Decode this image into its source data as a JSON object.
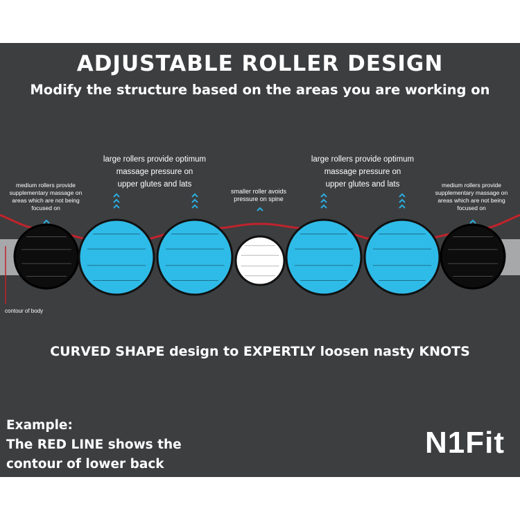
{
  "title": "ADJUSTABLE ROLLER DESIGN",
  "subtitle": "Modify the structure based on the areas you are working on",
  "labels": {
    "large_left": [
      "large rollers provide optimum",
      "massage pressure on",
      "upper glutes and lats"
    ],
    "large_right": [
      "large rollers provide optimum",
      "massage pressure on",
      "upper glutes and lats"
    ],
    "medium_left": [
      "medium rollers provide",
      "supplementary massage on",
      "areas which are not being",
      "focused on"
    ],
    "medium_right": [
      "medium rollers provide",
      "supplementary massage on",
      "areas which are not being",
      "focused on"
    ],
    "small": [
      "smaller roller avoids",
      "pressure on spine"
    ]
  },
  "contour_label": "contour of body",
  "tagline": "CURVED SHAPE design to EXPERTLY loosen nasty KNOTS",
  "example": [
    "Example:",
    "The RED LINE shows the",
    "contour of lower back"
  ],
  "brand": "N1Fit",
  "colors": {
    "panel": "#3d3e40",
    "large_roller": "#2fbbe8",
    "medium_roller": "#0d0d0d",
    "small_roller": "#ffffff",
    "contour_line": "#c1232c",
    "arrow": "#2aaee0",
    "bar": "#a7a8aa"
  },
  "rollers": [
    {
      "type": "medium"
    },
    {
      "type": "large"
    },
    {
      "type": "large"
    },
    {
      "type": "small"
    },
    {
      "type": "large"
    },
    {
      "type": "large"
    },
    {
      "type": "medium"
    }
  ]
}
